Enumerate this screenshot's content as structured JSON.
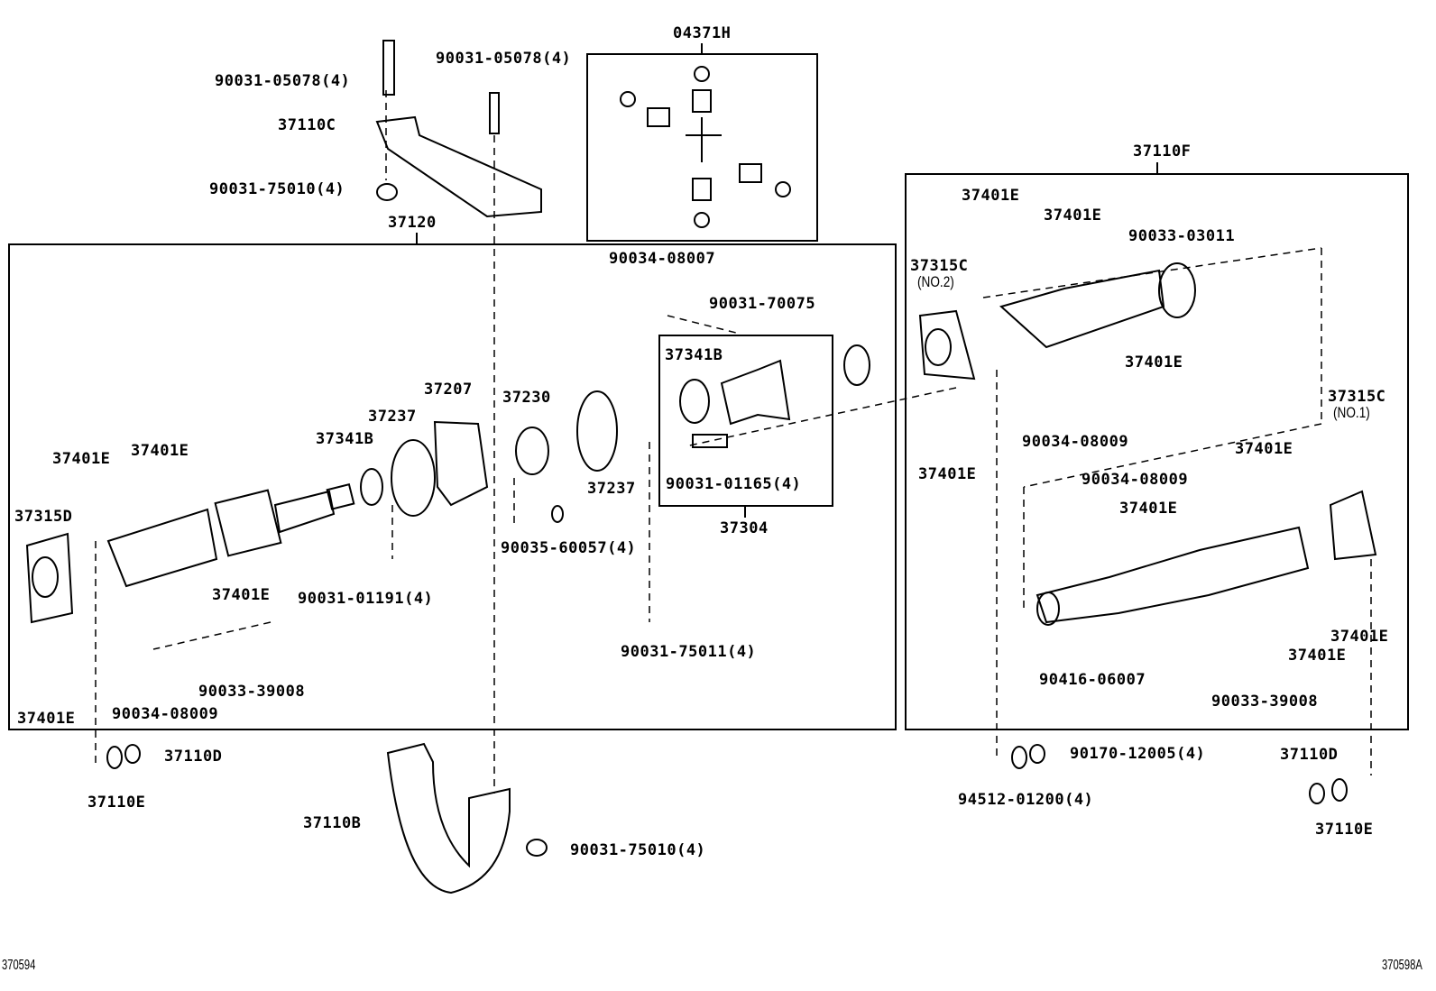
{
  "diagram": {
    "ref_left": "370594",
    "ref_right": "370598A",
    "groups": {
      "ujoint_kit": "04371H",
      "front_shaft": "37120",
      "center_bearing": "37304",
      "rear_shaft": "37110F"
    },
    "labels": [
      "90031-05078(4)",
      "90031-05078(4)",
      "37110C",
      "90031-75010(4)",
      "37401E",
      "37401E",
      "90033-03011",
      "37315C",
      "(NO.2)",
      "90034-08007",
      "90031-70075",
      "37341B",
      "37401E",
      "37207",
      "37230",
      "37237",
      "37341B",
      "37401E",
      "37401E",
      "90034-08009",
      "37315C",
      "(NO.1)",
      "37401E",
      "37401E",
      "90034-08009",
      "90031-01165(4)",
      "37237",
      "37401E",
      "37315D",
      "90035-60057(4)",
      "37401E",
      "90031-01191(4)",
      "37401E",
      "37401E",
      "90031-75011(4)",
      "90416-06007",
      "90033-39008",
      "90033-39008",
      "90034-08009",
      "37401E",
      "37110D",
      "90170-12005(4)",
      "37110D",
      "37110E",
      "94512-01200(4)",
      "37110B",
      "37110E",
      "90031-75010(4)"
    ]
  }
}
